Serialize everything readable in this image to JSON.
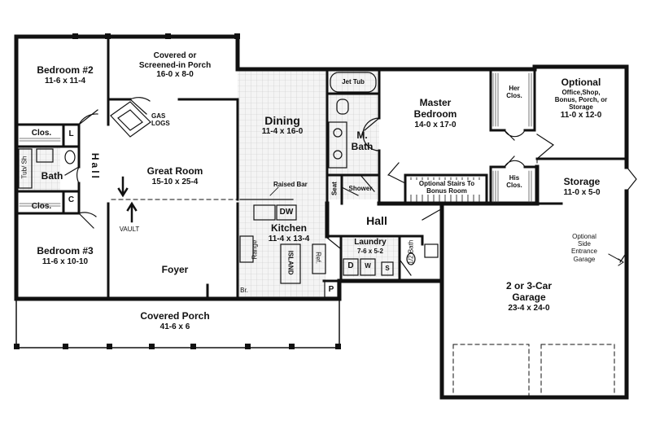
{
  "rooms": {
    "bedroom2": {
      "name": "Bedroom #2",
      "dims": "11-6 x 11-4"
    },
    "covered_porch_top": {
      "name_1": "Covered or",
      "name_2": "Screened-in Porch",
      "dims": "16-0 x 8-0"
    },
    "gas_logs": {
      "line_1": "GAS",
      "line_2": "LOGS"
    },
    "dining": {
      "name": "Dining",
      "dims": "11-4 x 16-0"
    },
    "jet_tub": {
      "name": "Jet Tub"
    },
    "m_bath": {
      "name_1": "M.",
      "name_2": "Bath"
    },
    "master_bedroom": {
      "name_1": "Master",
      "name_2": "Bedroom",
      "dims": "14-0 x 17-0"
    },
    "her_clos": {
      "name_1": "Her",
      "name_2": "Clos."
    },
    "optional_office": {
      "name": "Optional",
      "sub_1": "Office,Shop,",
      "sub_2": "Bonus, Porch, or",
      "sub_3": "Storage",
      "dims": "11-0 x 12-0"
    },
    "clos_upper": {
      "name": "Clos."
    },
    "l_closet": {
      "name": "L"
    },
    "bath": {
      "name": "Bath"
    },
    "tub_sh": {
      "name": "Tub/ Sh"
    },
    "hall_vertical": {
      "name": "Hall"
    },
    "great_room": {
      "name": "Great Room",
      "dims": "15-10 x 25-4"
    },
    "seat": {
      "name": "Seat"
    },
    "shower": {
      "name": "Shower"
    },
    "optional_stairs": {
      "line_1": "Optional Stairs To",
      "line_2": "Bonus Room"
    },
    "his_clos": {
      "name_1": "His",
      "name_2": "Clos."
    },
    "storage": {
      "name": "Storage",
      "dims": "11-0 x 5-0"
    },
    "clos_lower": {
      "name": "Clos."
    },
    "c_closet": {
      "name": "C"
    },
    "raised_bar": {
      "name": "Raised Bar"
    },
    "dw": {
      "name": "DW"
    },
    "hall_horizontal": {
      "name": "Hall"
    },
    "vault": {
      "name": "VAULT"
    },
    "kitchen": {
      "name": "Kitchen",
      "dims": "11-4 x 13-4"
    },
    "laundry": {
      "name": "Laundry",
      "dims": "7-6 x 5-2"
    },
    "half_bath": {
      "name": "1/2 Bath"
    },
    "optional_side": {
      "line_1": "Optional",
      "line_2": "Side",
      "line_3": "Entrance",
      "line_4": "Garage"
    },
    "range": {
      "name": "Range"
    },
    "island": {
      "name": "ISLAND"
    },
    "ref": {
      "name": "Ref."
    },
    "bedroom3": {
      "name": "Bedroom #3",
      "dims": "11-6 x 10-10"
    },
    "foyer": {
      "name": "Foyer"
    },
    "washer_d": {
      "name": "D"
    },
    "washer_w": {
      "name": "W"
    },
    "sink_s": {
      "name": "S"
    },
    "br": {
      "name": "Br."
    },
    "pantry": {
      "name": "P"
    },
    "garage": {
      "name_1": "2 or 3-Car",
      "name_2": "Garage",
      "dims": "23-4 x 24-0"
    },
    "covered_porch_front": {
      "name": "Covered Porch",
      "dims": "41-6 x 6"
    }
  }
}
